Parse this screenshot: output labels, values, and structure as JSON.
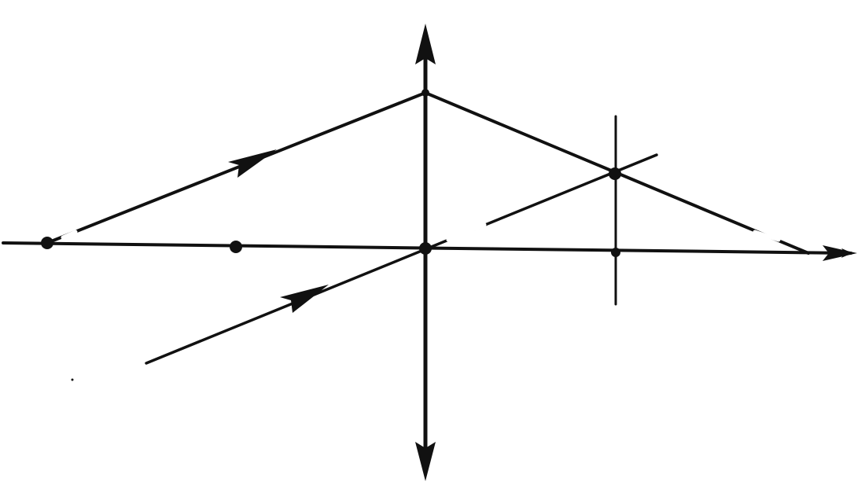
{
  "figure": {
    "type": "thin-lens-ray-diagram",
    "lens": "converging",
    "ink_color": "#111111",
    "background_color": "#ffffff",
    "elements": [
      "principal-axis",
      "lens",
      "focal-plane",
      "incident-ray",
      "refracted-ray",
      "auxiliary-ray",
      "optical-center-point",
      "object-side-focus-point",
      "far-left-axis-point",
      "image-side-focus-point",
      "focal-plane-intersection-point"
    ],
    "labels": []
  }
}
